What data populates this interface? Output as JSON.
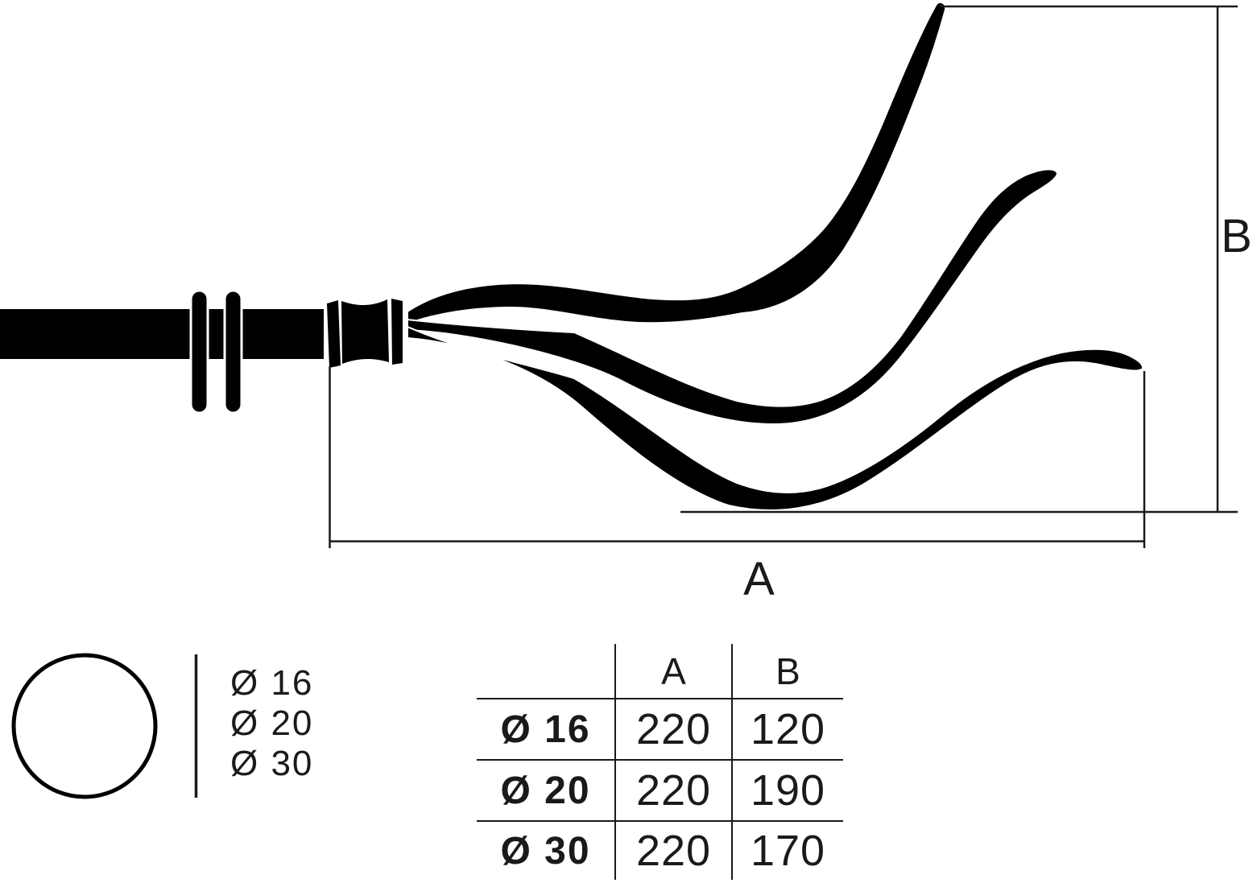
{
  "drawing": {
    "description": "Technical drawing of a curtain rod end with two rings, a turned collar and a three-ribbon flame finial, with dimension lines",
    "dim_label_a": "A",
    "dim_label_b": "B"
  },
  "legend": {
    "items": [
      {
        "label": "Ø 16"
      },
      {
        "label": "Ø 20"
      },
      {
        "label": "Ø 30"
      }
    ]
  },
  "table": {
    "col_headers": [
      "A",
      "B"
    ],
    "rows": [
      {
        "dia": "Ø 16",
        "a": "220",
        "b": "120"
      },
      {
        "dia": "Ø 20",
        "a": "220",
        "b": "190"
      },
      {
        "dia": "Ø 30",
        "a": "220",
        "b": "170"
      }
    ]
  },
  "colors": {
    "ink": "#000000",
    "background": "#ffffff"
  }
}
